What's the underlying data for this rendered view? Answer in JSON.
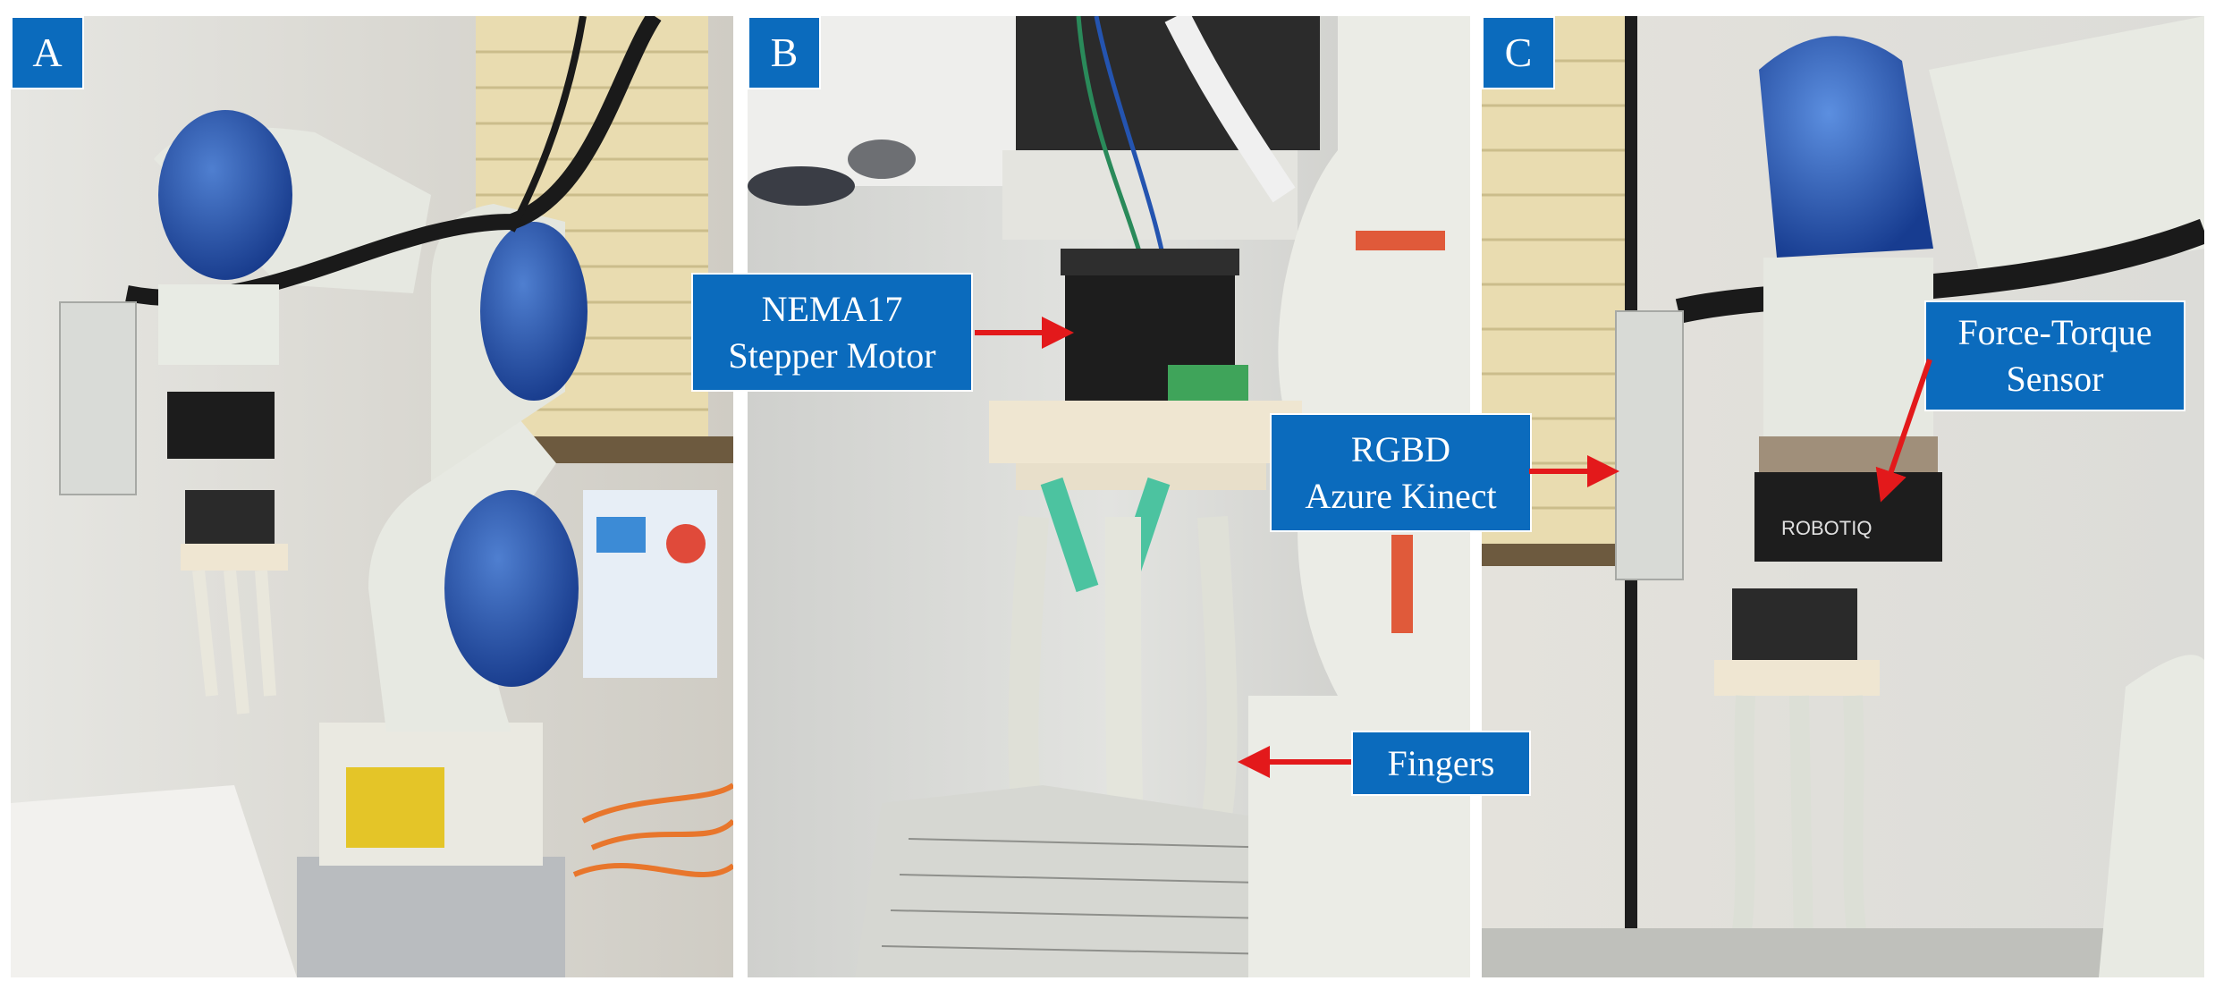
{
  "panels": {
    "a": {
      "letter": "A"
    },
    "b": {
      "letter": "B"
    },
    "c": {
      "letter": "C"
    }
  },
  "callouts": {
    "motor": "NEMA17\nStepper Motor",
    "camera": "RGBD\nAzure Kinect",
    "fingers": "Fingers",
    "sensor": "Force-Torque\nSensor"
  },
  "sensor_brand": "ROBOTIQ",
  "colors": {
    "label_bg": "#0b6bbd",
    "arrow": "#e3191b",
    "robot_blue": "#1b4fa8",
    "robot_white": "#e8ebe4"
  }
}
